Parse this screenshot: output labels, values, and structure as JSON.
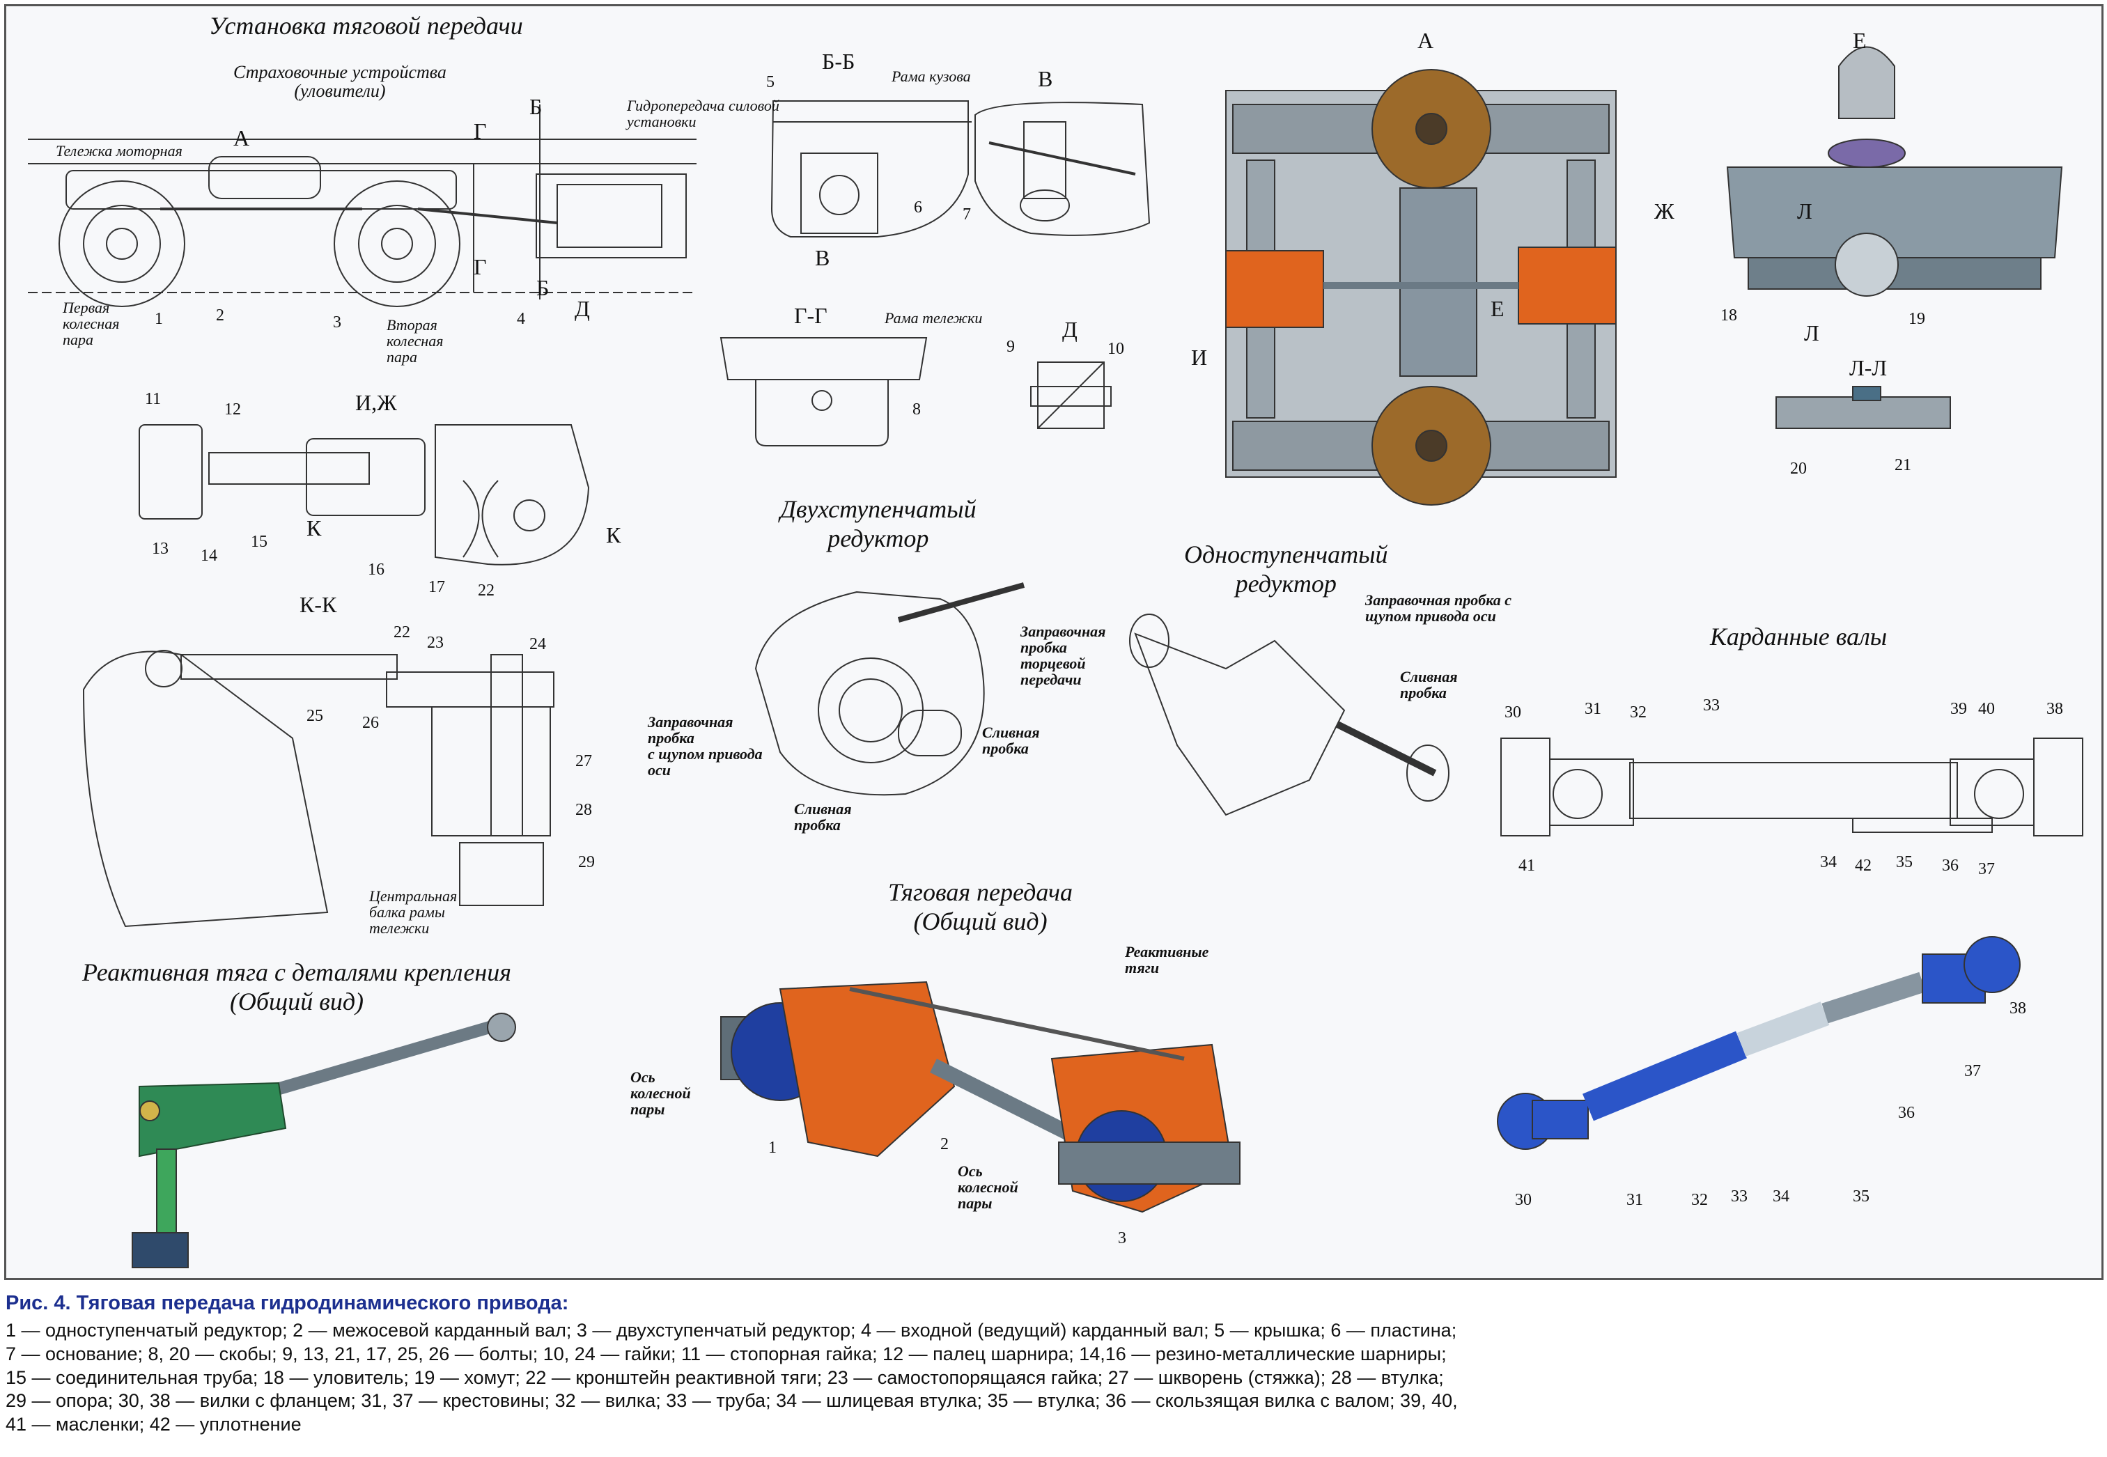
{
  "titles": {
    "ustanovka": "Установка тяговой передачи",
    "strah": "Страховочные устройства\n(уловители)",
    "dvuh": "Двухступенчатый\nредуктор",
    "odno": "Одноступенчатый\nредуктор",
    "kardan": "Карданные валы",
    "tyag": "Тяговая передача\n(Общий вид)",
    "reakt": "Реактивная тяга с деталями крепления\n(Общий вид)"
  },
  "sections": {
    "a": "А",
    "bb": "Б-Б",
    "v": "В",
    "gg": "Г-Г",
    "d": "Д",
    "ij": "И,Ж",
    "kk": "К-К",
    "e": "Е",
    "ll": "Л-Л",
    "zh": "Ж",
    "i": "И",
    "e2": "Е",
    "l1": "Л",
    "l2": "Л",
    "a2": "А",
    "b1": "Б",
    "b2": "Б",
    "g1": "Г",
    "g2": "Г",
    "v2": "В",
    "k1": "К",
    "k2": "К",
    "d2": "Д"
  },
  "labels": {
    "telezhka": "Тележка моторная",
    "pervaya": "Первая\nколесная\nпара",
    "vtoraya": "Вторая\nколесная\nпара",
    "gidro": "Гидропередача силовой\nустановки",
    "rama_kuzova": "Рама кузова",
    "rama_telezhki": "Рама тележки",
    "central": "Центральная\nбалка рамы\nтележки",
    "zapr1": "Заправочная\nпробка\nторцевой\nпередачи",
    "zapr2": "Заправочная\nпробка\nс щупом привода\nоси",
    "sliv1": "Сливная\nпробка",
    "sliv2": "Сливная\nпробка",
    "zapr3": "Заправочная пробка с\nщупом привода оси",
    "sliv3": "Сливная\nпробка",
    "os1": "Ось\nколесной\nпары",
    "os2": "Ось\nколесной\nпары",
    "reakt_tyagi": "Реактивные\nтяги"
  },
  "numbers": [
    "1",
    "2",
    "3",
    "4",
    "5",
    "6",
    "7",
    "8",
    "9",
    "10",
    "11",
    "12",
    "13",
    "14",
    "15",
    "16",
    "17",
    "22",
    "22",
    "23",
    "24",
    "25",
    "26",
    "27",
    "28",
    "29",
    "18",
    "19",
    "20",
    "21",
    "30",
    "31",
    "32",
    "33",
    "34",
    "35",
    "36",
    "37",
    "38",
    "39",
    "40",
    "41",
    "42",
    "1",
    "2",
    "3",
    "30",
    "31",
    "32",
    "33",
    "34",
    "35",
    "36",
    "37",
    "38"
  ],
  "caption": {
    "heading": "Рис. 4. Тяговая передача гидродинамического привода:",
    "text": "1 — одноступенчатый редуктор; 2 — межосевой карданный вал; 3 — двухступенчатый редуктор; 4 — входной (ведущий) карданный вал; 5 — крышка; 6 — пластина; 7 — основание; 8, 20 — скобы; 9, 13, 21, 17, 25, 26 — болты; 10, 24 — гайки; 11 — стопорная гайка; 12 — палец шарнира; 14,16 — резино-металлические шарниры; 15 — соединительная труба; 18 — уловитель; 19 — хомут; 22 — кронштейн реактивной тяги; 23 — самостопорящаяся гайка; 27 — шкворень (стяжка); 28 — втулка; 29 — опора; 30, 38 — вилки с фланцем; 31, 37 — крестовины; 32 — вилка; 33 — труба; 34 — шлицевая втулка; 35 — втулка; 36 — скользящая вилка с валом; 39, 40, 41 — масленки; 42 — уплотнение"
  },
  "colors": {
    "orange": "#e0641e",
    "blue": "#2b55c8",
    "bronze": "#9c6a2a",
    "grey": "#7d8a94",
    "caption": "#1c2f8f"
  }
}
